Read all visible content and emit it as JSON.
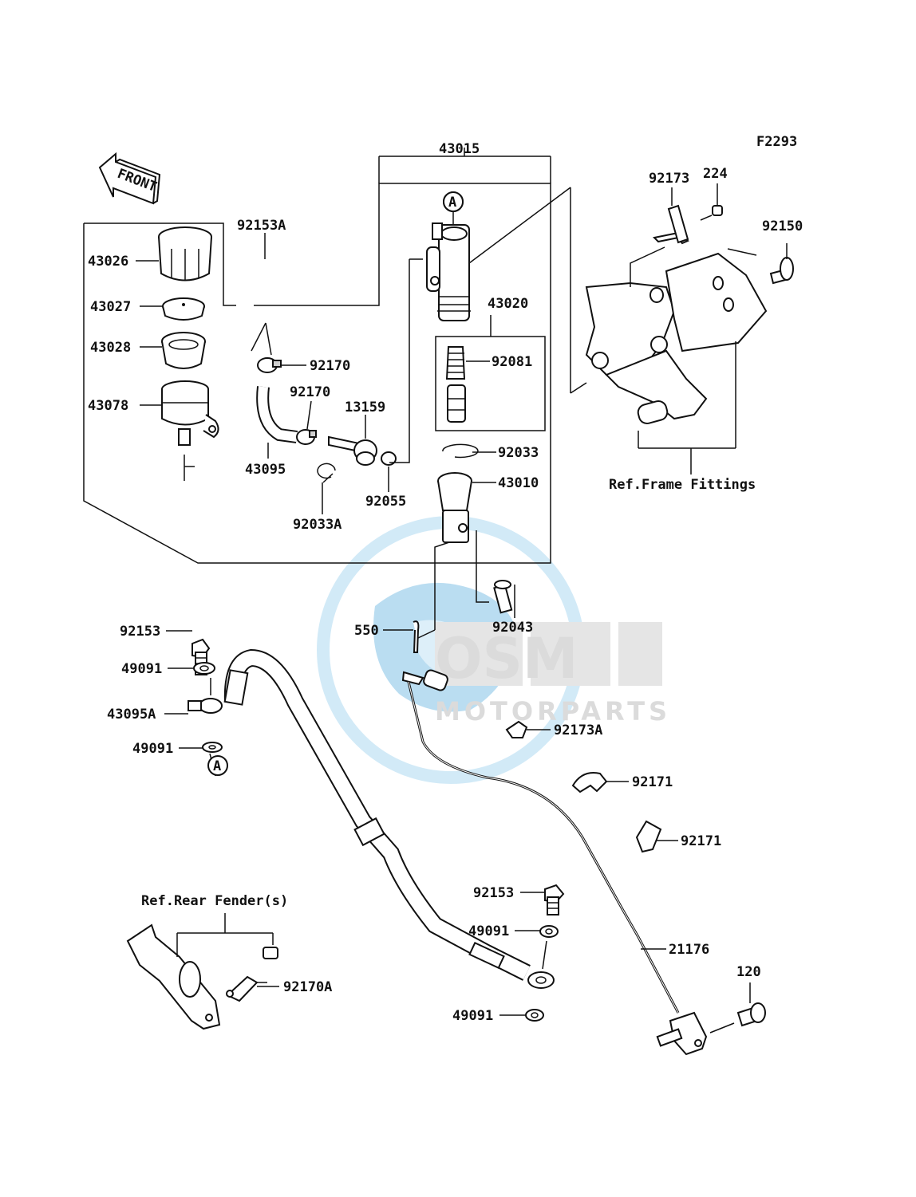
{
  "diagram": {
    "code": "F2293",
    "front_label": "FRONT",
    "ref_frame_fittings": "Ref.Frame Fittings",
    "ref_rear_fender": "Ref.Rear Fender(s)",
    "marker_a": "A",
    "watermark_logo": "OSM",
    "watermark_sub": "MOTORPARTS",
    "parts": {
      "p43015": "43015",
      "p43026": "43026",
      "p43027": "43027",
      "p43028": "43028",
      "p43078": "43078",
      "p92153A": "92153A",
      "p92170_a": "92170",
      "p92170_b": "92170",
      "p13159": "13159",
      "p43095": "43095",
      "p92033A": "92033A",
      "p92055": "92055",
      "p43020": "43020",
      "p92081": "92081",
      "p92033": "92033",
      "p43010": "43010",
      "p92043": "92043",
      "p550": "550",
      "p92173": "92173",
      "p224": "224",
      "p92150": "92150",
      "p92153_a": "92153",
      "p49091_a": "49091",
      "p43095A": "43095A",
      "p49091_b": "49091",
      "p92173A": "92173A",
      "p92171_a": "92171",
      "p92171_b": "92171",
      "p92153_b": "92153",
      "p49091_c": "49091",
      "p21176": "21176",
      "p120": "120",
      "p49091_d": "49091",
      "p92170A": "92170A"
    }
  }
}
